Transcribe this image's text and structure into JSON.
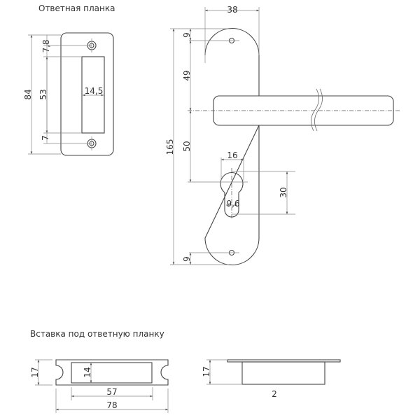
{
  "strike_plate": {
    "title": "Ответная планка",
    "dims": {
      "total_height": "84",
      "slot_height": "53",
      "top_offset": "7,8",
      "bottom_offset": "7",
      "slot_width": "14,5"
    }
  },
  "handle": {
    "dims": {
      "width": "38",
      "total_height": "165",
      "top_hole": "9",
      "to_handle": "49",
      "to_cylinder": "50",
      "cylinder_width": "16",
      "cylinder_height": "30",
      "cylinder_slot": "9,6",
      "bottom_hole": "9"
    }
  },
  "insert": {
    "title": "Вставка под ответную планку",
    "dims": {
      "height": "17",
      "inner_height": "14",
      "inner_length": "57",
      "total_length": "78",
      "side_height": "17",
      "side_thickness": "2"
    }
  }
}
